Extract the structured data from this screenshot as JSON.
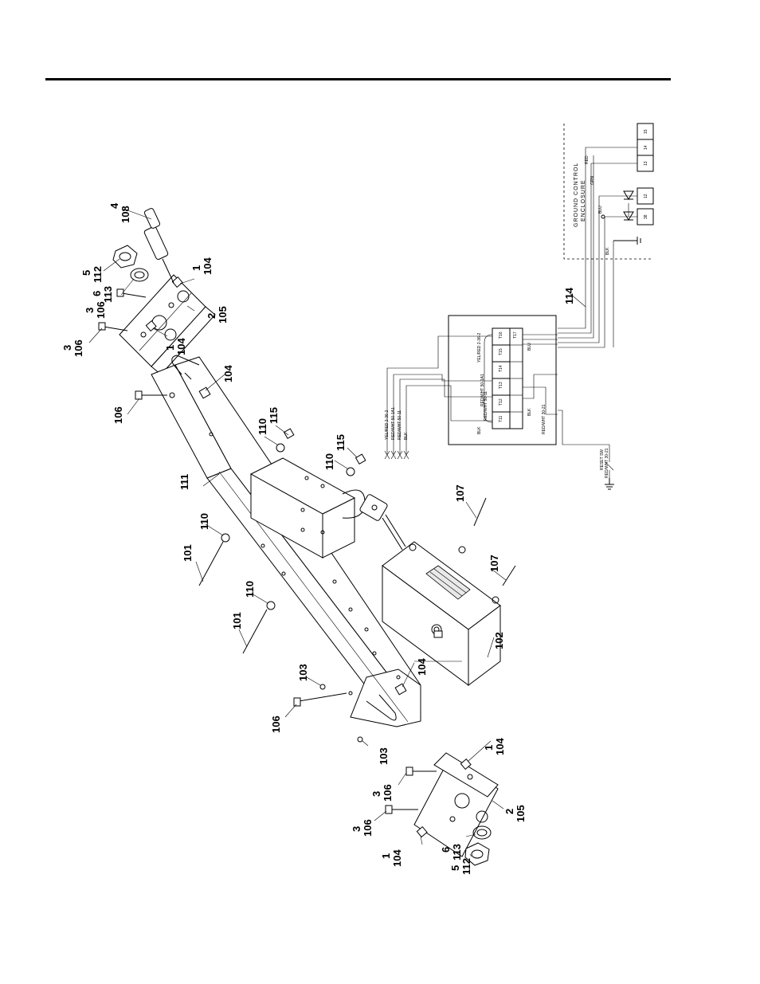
{
  "callouts": {
    "c4": "4",
    "c108": "108",
    "c5a": "5",
    "c112a": "112",
    "c6a": "6",
    "c113a": "113",
    "c3a": "3",
    "c106a": "106",
    "c3b": "3",
    "c106b": "106",
    "c1a": "1",
    "c104a": "104",
    "c1b": "1",
    "c104b": "104",
    "c2a": "2",
    "c105a": "105",
    "c104c": "104",
    "c106c": "106",
    "c110a": "110",
    "c115a": "115",
    "c110b": "110",
    "c115b": "115",
    "c111": "111",
    "c110c": "110",
    "c101a": "101",
    "c110d": "110",
    "c101b": "101",
    "c107a": "107",
    "c107b": "107",
    "c102": "102",
    "c103a": "103",
    "c104d": "104",
    "c106d": "106",
    "c103b": "103",
    "c1c": "1",
    "c104e": "104",
    "c3c": "3",
    "c106e": "106",
    "c3d": "3",
    "c106f": "106",
    "c1d": "1",
    "c104f": "104",
    "c2b": "2",
    "c105b": "105",
    "c6b": "6",
    "c113b": "113",
    "c5b": "5",
    "c112b": "112",
    "c114": "114"
  },
  "schematic": {
    "enclosure_label_1": "GROUND CONTROL",
    "enclosure_label_2": "ENCLOSURE",
    "term_15": "15",
    "term_14": "14",
    "term_13": "13",
    "term_12": "12",
    "term_38": "38",
    "wire_red": "RED",
    "wire_grn": "GRN",
    "wire_blu": "BLU",
    "wire_blk": "BLK",
    "box_blu": "BLU",
    "box_blk": "BLK",
    "box_blk2": "BLK",
    "box_red_wht": "RED/WHT 30-21",
    "box_yel_red": "YEL/RED 2-36-2",
    "box_red_wht2": "RED/WHT 50-1A1",
    "box_red_wht3": "RED/WHT 50-11",
    "wire_out_1": "YEL/RED 2-36-2",
    "wire_out_2": "RED/WHT 50-1A1",
    "wire_out_3": "RED/WHT 50-11",
    "wire_out_4": "BLK",
    "wire_bottom": "RED/WHT 30-21",
    "switch_label": "RESET SW",
    "term_bottom": [
      "T11",
      "T12",
      "T13",
      "T14",
      "T15",
      "T16",
      "T17"
    ]
  },
  "colors": {
    "ink": "#000000",
    "paper": "#ffffff"
  }
}
